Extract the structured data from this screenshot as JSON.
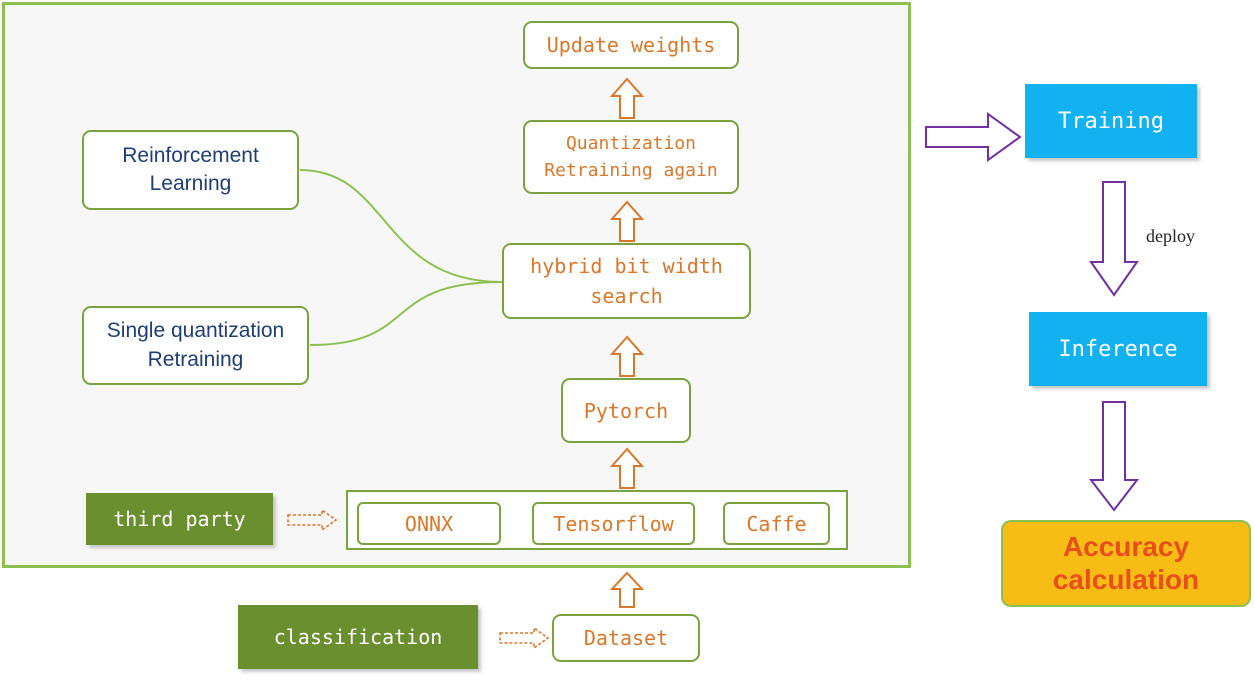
{
  "nodes": {
    "update_weights": "Update weights",
    "quantization_retraining_again": "Quantization\nRetraining again",
    "hybrid_bit_width_search": "hybrid bit width\nsearch",
    "pytorch": "Pytorch",
    "reinforcement_learning": "Reinforcement\nLearning",
    "single_quantization_retraining": "Single quantization\nRetraining",
    "third_party": "third party",
    "onnx": "ONNX",
    "tensorflow": "Tensorflow",
    "caffe": "Caffe",
    "classification": "classification",
    "dataset": "Dataset",
    "training": "Training",
    "inference": "Inference",
    "accuracy_calculation": "Accuracy\ncalculation"
  },
  "edges": {
    "deploy_label": "deploy"
  },
  "colors": {
    "frame_border": "#8cc152",
    "box_border": "#7aa340",
    "orange_text": "#d9782a",
    "navy_text": "#1f3e73",
    "dark_green_fill": "#6a8f2e",
    "blue_fill": "#11b2ef",
    "purple_arrow": "#7030a0",
    "accuracy_fill": "#f7bd14",
    "accuracy_text": "#e94e1b"
  }
}
